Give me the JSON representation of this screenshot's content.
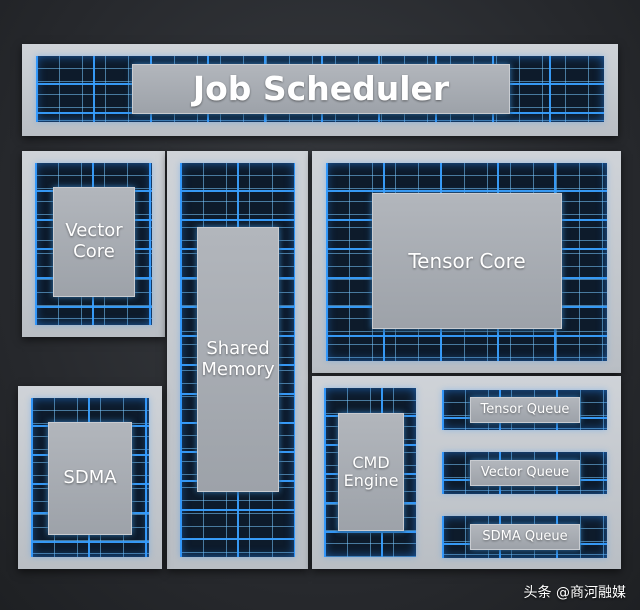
{
  "diagram": {
    "job_scheduler": "Job Scheduler",
    "vector_core": "Vector\nCore",
    "shared_memory": "Shared\nMemory",
    "tensor_core": "Tensor Core",
    "sdma": "SDMA",
    "cmd_engine": "CMD\nEngine",
    "tensor_queue": "Tensor Queue",
    "vector_queue": "Vector Queue",
    "sdma_queue": "SDMA Queue"
  },
  "watermark": "头条 @商河融媒",
  "colors": {
    "background": "#2b2d31",
    "block": "#c4c8cd",
    "circuit": "#0d1b2b",
    "trace": "#38a0ff",
    "chip": "#a7abb1"
  }
}
